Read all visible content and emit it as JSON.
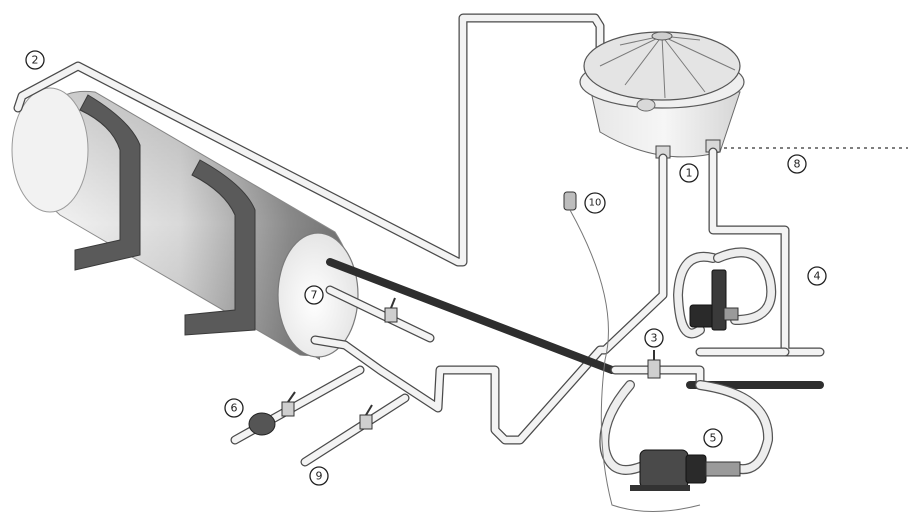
{
  "callouts": [
    {
      "id": "c1",
      "label": "1"
    },
    {
      "id": "c2",
      "label": "2"
    },
    {
      "id": "c3",
      "label": "3"
    },
    {
      "id": "c4",
      "label": "4"
    },
    {
      "id": "c5",
      "label": "5"
    },
    {
      "id": "c6",
      "label": "6"
    },
    {
      "id": "c7",
      "label": "7"
    },
    {
      "id": "c8",
      "label": "8"
    },
    {
      "id": "c9",
      "label": "9"
    },
    {
      "id": "c10",
      "label": "10"
    }
  ],
  "components": {
    "boiler": "horizontal-hot-water-tank",
    "reservoir": "cold-water-reservoir-tank",
    "pumps": [
      "circulation-pump-upper",
      "circulation-pump-lower"
    ],
    "valves": [
      "ball-valve"
    ],
    "sensor": "thermostat-sensor-bulb"
  },
  "colors": {
    "pipe": "#f3f3f3",
    "pipe_outline": "#4a4a4a",
    "tank_light": "#ececec",
    "tank_dark": "#7e7e7e",
    "hot_line": "#2e2e2e"
  }
}
